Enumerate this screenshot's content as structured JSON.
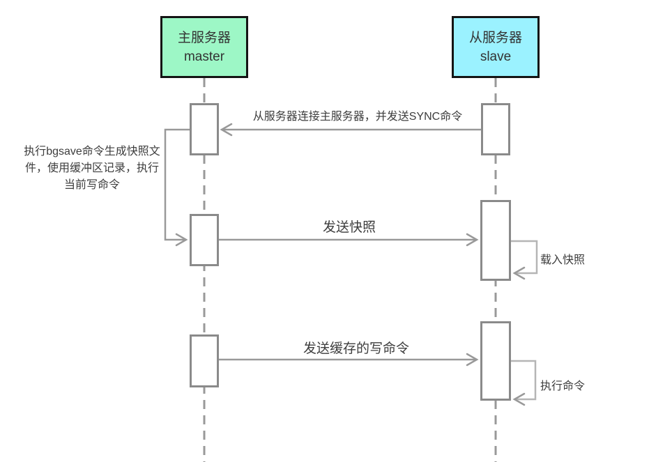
{
  "diagram_type": "sequence",
  "colors": {
    "master_fill": "#9DF7C6",
    "slave_fill": "#9BF2FF",
    "actor_border": "#141414",
    "connector_gray": "#999999",
    "loop_gray": "#b5b5b5",
    "activation_border": "#8a8a8a",
    "text": "#3d3d3d"
  },
  "actors": {
    "master": {
      "name_cn": "主服务器",
      "name_en": "master"
    },
    "slave": {
      "name_cn": "从服务器",
      "name_en": "slave"
    }
  },
  "messages": {
    "sync": {
      "label": "从服务器连接主服务器，并发送SYNC命令",
      "from": "slave",
      "to": "master"
    },
    "bgsave": {
      "label": "执行bgsave命令生成快照文\n件，使用缓冲区记录，执行\n当前写命令",
      "from": "master",
      "to": "master"
    },
    "send_snapshot": {
      "label": "发送快照",
      "from": "master",
      "to": "slave"
    },
    "load_snapshot": {
      "label": "载入快照",
      "from": "slave",
      "to": "slave"
    },
    "send_buffered": {
      "label": "发送缓存的写命令",
      "from": "master",
      "to": "slave"
    },
    "execute_command": {
      "label": "执行命令",
      "from": "slave",
      "to": "slave"
    }
  }
}
